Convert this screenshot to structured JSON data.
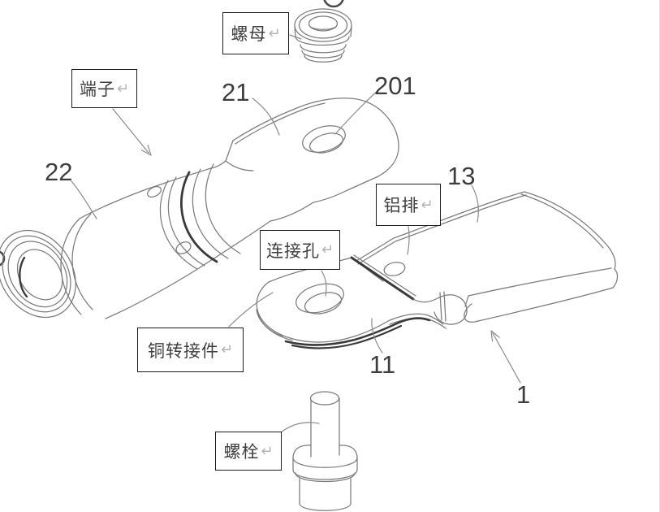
{
  "figure": {
    "background": "#ffffff",
    "line_color": "#7b7b7b",
    "dark_line_color": "#3a3a3a",
    "label_border_color": "#1c1c1c",
    "label_text_color": "#3f3f3f",
    "number_color": "#3d3d3d",
    "return_mark_color": "#b3b3b3"
  },
  "marks": {
    "return": "↵"
  },
  "labels": {
    "nut": {
      "text": "螺母"
    },
    "terminal": {
      "text": "端子"
    },
    "busbar": {
      "text": "铝排"
    },
    "hole": {
      "text": "连接孔"
    },
    "adapter": {
      "text": "铜转接件"
    },
    "bolt": {
      "text": "螺栓"
    }
  },
  "numbers": {
    "n21": "21",
    "n201": "201",
    "n22": "22",
    "n13": "13",
    "n11": "11",
    "n1": "1"
  },
  "components": [
    "nut",
    "terminal-lug",
    "crimp-barrel",
    "copper-adapter",
    "aluminum-busbar",
    "bolt"
  ]
}
